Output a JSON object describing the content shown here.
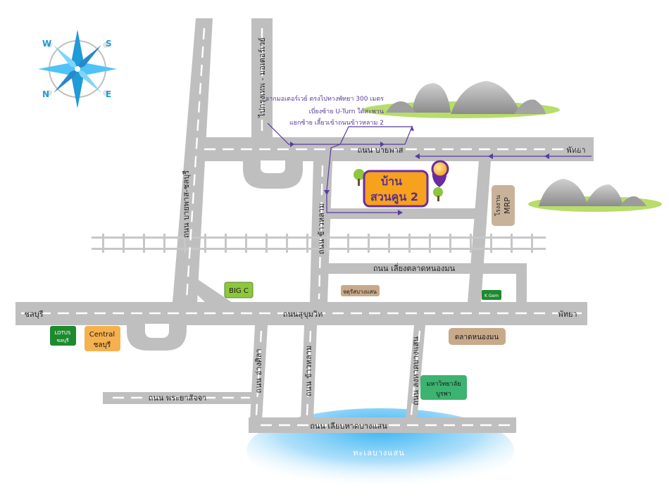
{
  "map": {
    "compass": {
      "n": "N",
      "s": "S",
      "e": "E",
      "w": "W"
    },
    "project": {
      "line1": "บ้าน",
      "line2": "สวนคูน 2"
    },
    "directions": {
      "line1": "จากมอเตอร์เวย์ ตรงไปทางพัทยา 300 เมตร",
      "line2": "เบี่ยงซ้าย U-Turn ใต้สะพาน",
      "line3": "แยกซ้าย เลี้ยวเข้าถนนข้าวหลาม 2"
    },
    "roads": {
      "bypass": "ถนน บายพาส",
      "pattaya_top": "พัทยา",
      "bangkok_motorway": "ไปกรุงเทพ - มอเตอร์เวย์",
      "bypass_chonburi": "ถนน บายพาส-ชลบุรี",
      "khao_lam_north": "ถนน ข้าวหลาม",
      "talat_nong_mon": "ถนน เลี่ยงตลาดหนองมน",
      "chonburi": "ชลบุรี",
      "sukhumvit": "ถนนสุขุมวิท",
      "pattaya_mid": "พัทยา",
      "ang_sila": "ถนน อ่างศิลา",
      "khao_lam_south": "ถนน ข้าวหลาม",
      "long_hat_bangsaen": "ถนน ลงหาดบางแสน",
      "phraya_sajja": "ถนน พระยาสัจจา",
      "liab_hat_bangsaen": "ถนน เลียบหาดบางแสน"
    },
    "places": {
      "mrp": {
        "line1": "โรงงาน",
        "line2": "MRP"
      },
      "bigc": "BIG C",
      "jutarat": "จตุรัสบางแสน",
      "kgem": "K Gem",
      "lotus": {
        "line1": "LOTUS",
        "line2": "ชลบุรี"
      },
      "central": {
        "line1": "Central",
        "line2": "ชลบุรี"
      },
      "nong_mon_market": "ตลาดหนองมน",
      "burapha": {
        "line1": "มหาวิทยาลัย",
        "line2": "บูรพา"
      },
      "beach": "ทะเลบางแสน"
    },
    "colors": {
      "road": "#bfbfbf",
      "route_arrow": "#5b3a9e",
      "project_fill": "#f6a21c",
      "project_border": "#6a2ca0",
      "green_poi": "#8dc63f",
      "dark_green_poi": "#1e8a2e",
      "tan_poi": "#c8a98a",
      "orange_poi": "#f6b14f",
      "sea": "#4fc3f7"
    }
  }
}
